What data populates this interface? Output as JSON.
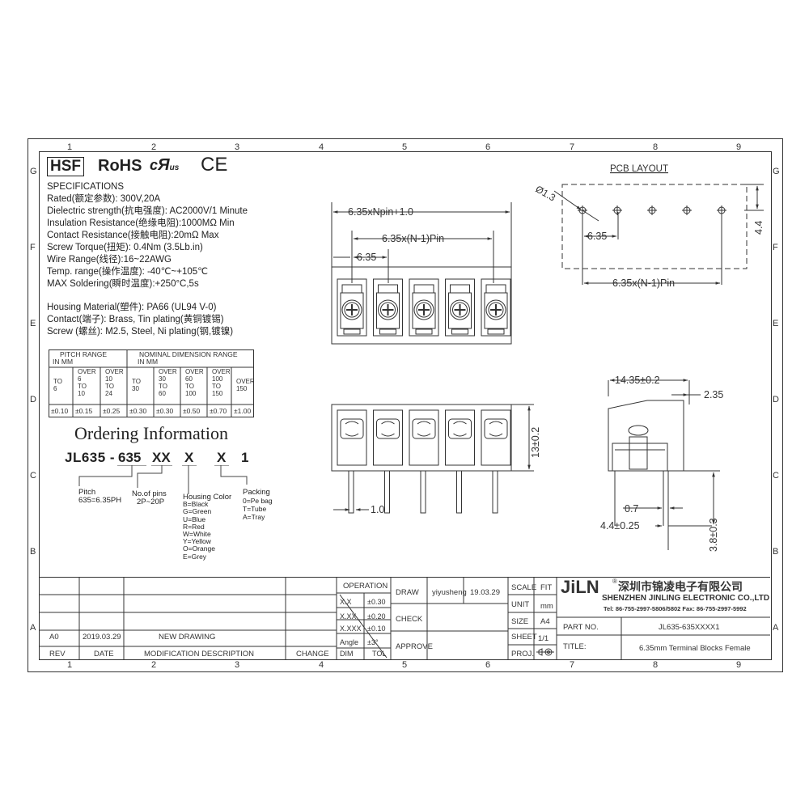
{
  "grid": {
    "columns": [
      "1",
      "2",
      "3",
      "4",
      "5",
      "6",
      "7",
      "8",
      "9"
    ],
    "rows": [
      "G",
      "F",
      "E",
      "D",
      "C",
      "B",
      "A"
    ]
  },
  "logos": {
    "hsf": "HSF",
    "rohs": "RoHS",
    "ul": "c",
    "ul_mark": "R",
    "ul_us": "us",
    "ce": "CE"
  },
  "specs": {
    "heading": "SPECIFICATIONS",
    "lines": [
      "Rated(额定参数): 300V,20A",
      "Dielectric strength(抗电强度): AC2000V/1 Minute",
      "Insulation Resistance(绝缘电阻):1000MΩ Min",
      "Contact Resistance(接触电阻):20mΩ Max",
      "Screw Torque(扭矩): 0.4Nm (3.5Lb.in)",
      "Wire Range(线径):16~22AWG",
      "Temp. range(操作温度): -40℃~+105℃",
      "MAX Soldering(瞬时温度):+250°C,5s"
    ],
    "material_lines": [
      "Housing Material(塑件): PA66 (UL94 V-0)",
      "Contact(端子): Brass, Tin plating(黄铜镀锡)",
      "Screw (螺丝): M2.5, Steel, Ni plating(钢,镀镍)"
    ]
  },
  "tolerance_table": {
    "pitch_header": "PITCH RANGE",
    "pitch_unit": "IN MM",
    "nominal_header": "NOMINAL DIMENSION RANGE",
    "nominal_unit": "IN MM",
    "cols": [
      [
        "TO",
        "6"
      ],
      [
        "OVER",
        "6",
        "TO",
        "10"
      ],
      [
        "OVER",
        "10",
        "TO",
        "24"
      ],
      [
        "TO",
        "30"
      ],
      [
        "OVER",
        "30",
        "TO",
        "60"
      ],
      [
        "OVER",
        "60",
        "TO",
        "100"
      ],
      [
        "OVER",
        "100",
        "TO",
        "150"
      ],
      [
        "OVER",
        "150"
      ]
    ],
    "tolerances": [
      "±0.10",
      "±0.15",
      "±0.25",
      "±0.30",
      "±0.30",
      "±0.50",
      "±0.70",
      "±1.00"
    ]
  },
  "ordering": {
    "title": "Ordering Information",
    "code_parts": [
      "JL635 - ",
      "635",
      "XX",
      "X",
      "X",
      "1"
    ],
    "pitch_label": "Pitch",
    "pitch_value": "635=6.35PH",
    "pins_label": "No.of pins",
    "pins_value": "2P~20P",
    "color_label": "Housing Color",
    "colors": [
      "B=Black",
      "G=Green",
      "U=Blue",
      "R=Red",
      "W=White",
      "Y=Yellow",
      "O=Orange",
      "E=Grey"
    ],
    "packing_label": "Packing",
    "packing": [
      "0=Pe bag",
      "T=Tube",
      "A=Tray"
    ]
  },
  "top_view": {
    "dim_total": "6.35xNpin+1.0",
    "dim_span": "6.35x(N-1)Pin",
    "dim_pitch": "6.35",
    "pins": 5
  },
  "pcb_layout": {
    "title": "PCB LAYOUT",
    "hole": "Ø1.3",
    "pitch": "6.35",
    "span": "6.35x(N-1)Pin",
    "height": "4.4"
  },
  "front_view": {
    "height": "13±0.2",
    "pin": "1.0"
  },
  "side_view": {
    "width": "14.35±0.2",
    "offset": "2.35",
    "pin_w": "0.7",
    "pin_pos": "4.4±0.25",
    "pin_len": "3.8±0.3"
  },
  "title_block": {
    "operation": "OPERATION",
    "tol_rows": [
      [
        "X.X",
        "±0.30"
      ],
      [
        "X.XX",
        "±0.20"
      ],
      [
        "X.XXX",
        "±0.10"
      ],
      [
        "Angle",
        "±3°"
      ]
    ],
    "dim": "DIM",
    "tol": "TOL",
    "draw": "DRAW",
    "drawer": "yiyusheng",
    "date": "19.03.29",
    "check": "CHECK",
    "approve": "APPROVE",
    "scale": "SCALE",
    "scale_v": "FIT",
    "unit": "UNIT",
    "unit_v": "mm",
    "size": "SIZE",
    "size_v": "A4",
    "sheet": "SHEET",
    "sheet_v": "1/1",
    "proj": "PROJ.",
    "company_logo": "JiLN",
    "company_cn": "深圳市锦凌电子有限公司",
    "company_en": "SHENZHEN JINLING ELECTRONIC CO.,LTD",
    "contact": "Tel: 86-755-2997-5806/5802   Fax: 86-755-2997-5992",
    "part_no_label": "PART NO.",
    "part_no": "JL635-635XXXX1",
    "title_label": "TITLE:",
    "title": "6.35mm Terminal Blocks Female",
    "rev_row": [
      "A0",
      "2019.03.29",
      "NEW DRAWING"
    ],
    "headers": [
      "REV",
      "DATE",
      "MODIFICATION DESCRIPTION",
      "CHANGE"
    ]
  }
}
